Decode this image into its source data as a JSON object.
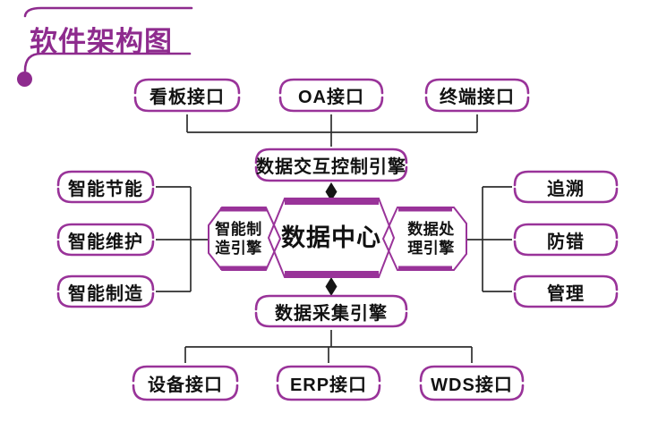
{
  "title": "软件架构图",
  "colors": {
    "purple": "#993399",
    "purple_dark": "#8e2b8e",
    "line": "#2e2e2e",
    "text": "#111111"
  },
  "nodes": {
    "top_interfaces": [
      {
        "label": "看板接口"
      },
      {
        "label": "OA接口"
      },
      {
        "label": "终端接口"
      }
    ],
    "interaction_engine": {
      "label": "数据交互控制引擎"
    },
    "manufacturing_engine": {
      "label": "智能制造引擎"
    },
    "data_center": {
      "label": "数据中心"
    },
    "processing_engine": {
      "label": "数据处理引擎"
    },
    "left_modules": [
      {
        "label": "智能节能"
      },
      {
        "label": "智能维护"
      },
      {
        "label": "智能制造"
      }
    ],
    "right_modules": [
      {
        "label": "追溯"
      },
      {
        "label": "防错"
      },
      {
        "label": "管理"
      }
    ],
    "collection_engine": {
      "label": "数据采集引擎"
    },
    "bottom_interfaces": [
      {
        "label": "设备接口"
      },
      {
        "label": "ERP接口"
      },
      {
        "label": "WDS接口"
      }
    ]
  }
}
